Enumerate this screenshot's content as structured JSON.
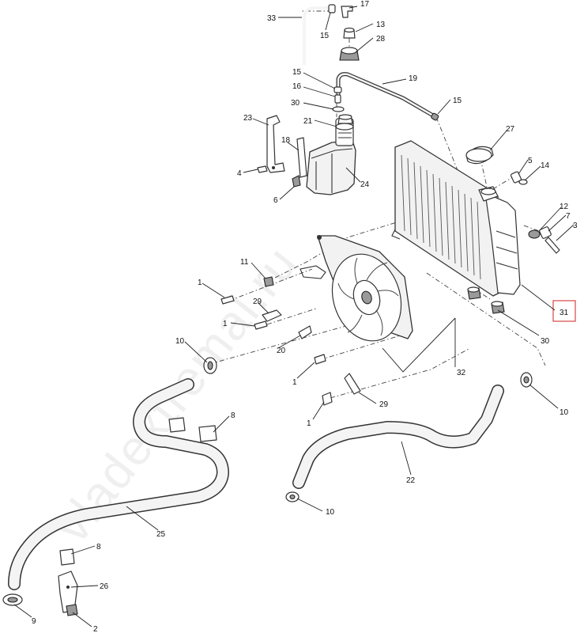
{
  "watermark": "vladextremal.ru",
  "callouts": {
    "c33": "33",
    "c17": "17",
    "c15a": "15",
    "c13": "13",
    "c28": "28",
    "c15b": "15",
    "c16": "16",
    "c19": "19",
    "c30a": "30",
    "c15c": "15",
    "c21": "21",
    "c23": "23",
    "c18": "18",
    "c4": "4",
    "c6": "6",
    "c24": "24",
    "c27": "27",
    "c5": "5",
    "c14": "14",
    "c12": "12",
    "c7": "7",
    "c3": "3",
    "c11": "11",
    "c1a": "1",
    "c29a": "29",
    "c1b": "1",
    "c31": "31",
    "c20": "20",
    "c10a": "10",
    "c30b": "30",
    "c32": "32",
    "c1c": "1",
    "c10b": "10",
    "c29b": "29",
    "c8a": "8",
    "c1d": "1",
    "c22": "22",
    "c10c": "10",
    "c25": "25",
    "c8b": "8",
    "c26": "26",
    "c9": "9",
    "c2": "2"
  },
  "highlighted_part": "31",
  "colors": {
    "line": "#333333",
    "highlight": "#d64545",
    "background": "#ffffff"
  }
}
